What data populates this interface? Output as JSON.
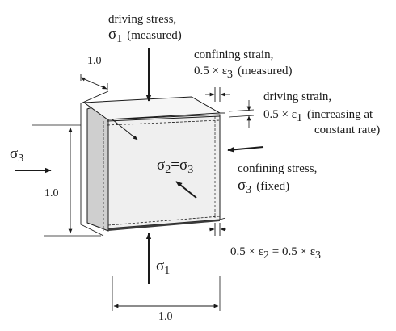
{
  "driving_stress": {
    "title": "driving stress,",
    "symbol": "σ",
    "subscript": "1",
    "note": "(measured)"
  },
  "confining_strain": {
    "title": "confining strain,",
    "prefix": "0.5 × ε",
    "subscript": "3",
    "note": "(measured)"
  },
  "driving_strain": {
    "title": "driving strain,",
    "prefix": "0.5 × ε",
    "subscript": "1",
    "note_line1": "(increasing at",
    "note_line2": "constant rate)"
  },
  "confining_stress": {
    "title": "confining stress,",
    "symbol": "σ",
    "subscript": "3",
    "note": "(fixed)"
  },
  "left_stress": {
    "symbol": "σ",
    "subscript": "3"
  },
  "center_relation": {
    "lhs": "σ",
    "lhs_sub": "2",
    "eq": "=",
    "rhs": "σ",
    "rhs_sub": "3"
  },
  "bottom_stress": {
    "symbol": "σ",
    "subscript": "1"
  },
  "lateral_strain_relation": {
    "lhs": "0.5 × ε",
    "lhs_sub": "2",
    "eq": " = ",
    "rhs": "0.5 × ε",
    "rhs_sub": "3"
  },
  "dimensions": {
    "depth": "1.0",
    "height": "1.0",
    "width": "1.0"
  },
  "colors": {
    "line": "#1a1a1a",
    "face_front": "#efefef",
    "face_side": "#cfcfcf",
    "face_top": "#f6f6f6",
    "platen": "#3a3a3a"
  }
}
